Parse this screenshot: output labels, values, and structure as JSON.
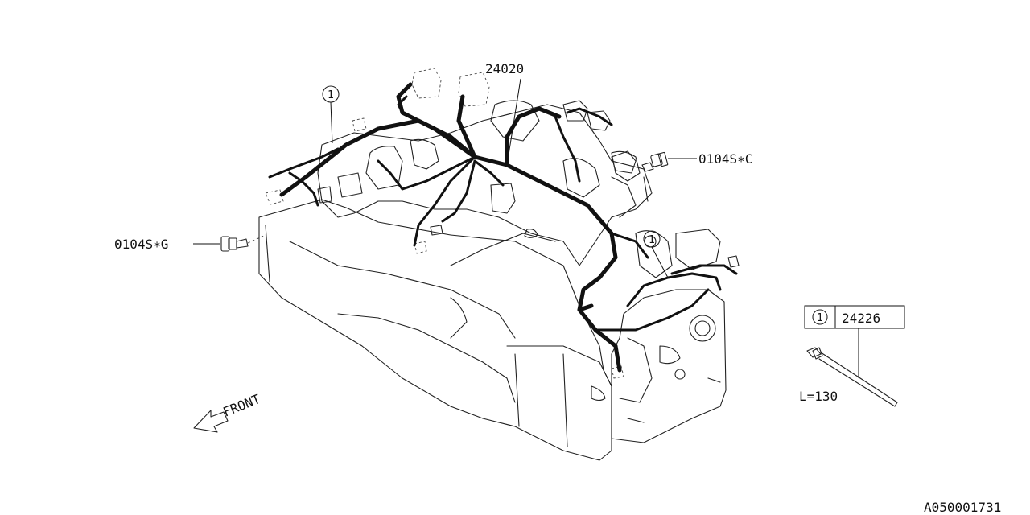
{
  "diagram": {
    "parts": {
      "harness_main": "24020",
      "bolt_upper": "0104S∗C",
      "bolt_lower": "0104S∗G",
      "clip_callout": "1",
      "clip_part": "24226",
      "clip_length": "L=130"
    },
    "front_label": "FRONT",
    "figure_code": "A050001731"
  }
}
